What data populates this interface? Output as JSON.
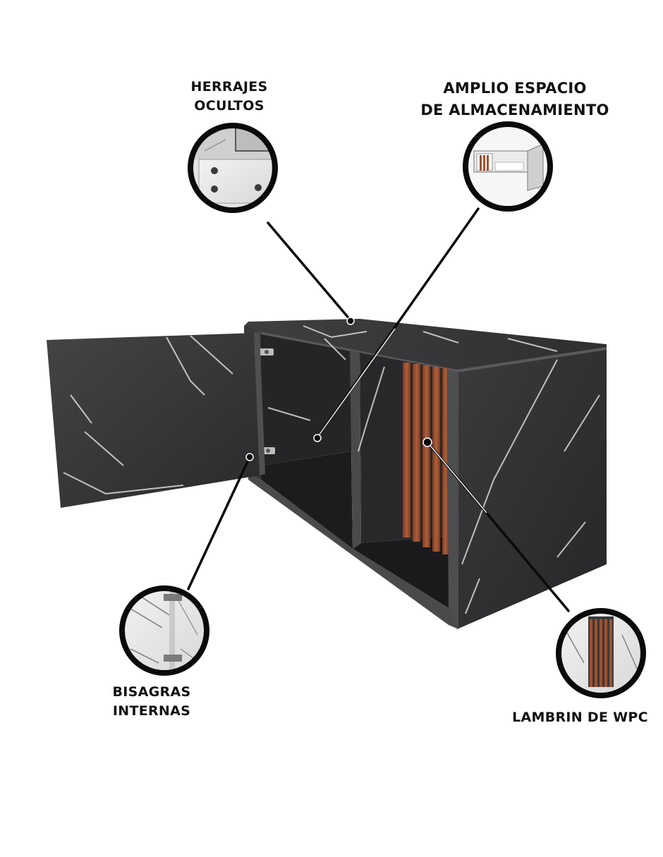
{
  "callouts": {
    "hidden_hardware": {
      "line1": "HERRAJES",
      "line2": "OCULTOS",
      "icon": "cabinet-hardware-detail"
    },
    "storage": {
      "line1": "AMPLIO ESPACIO",
      "line2": "DE ALMACENAMIENTO",
      "icon": "cabinet-overview-detail"
    },
    "hinges": {
      "line1": "BISAGRAS",
      "line2": "INTERNAS",
      "icon": "hinge-detail"
    },
    "wpc": {
      "line1": "LAMBRIN DE WPC",
      "icon": "wpc-slat-detail"
    }
  },
  "colors": {
    "marble_dark": "#2c2c2e",
    "marble_mid": "#3a3a3c",
    "wpc_wood": "#a0502e",
    "outline": "#0a0a0a",
    "text": "#111111"
  }
}
